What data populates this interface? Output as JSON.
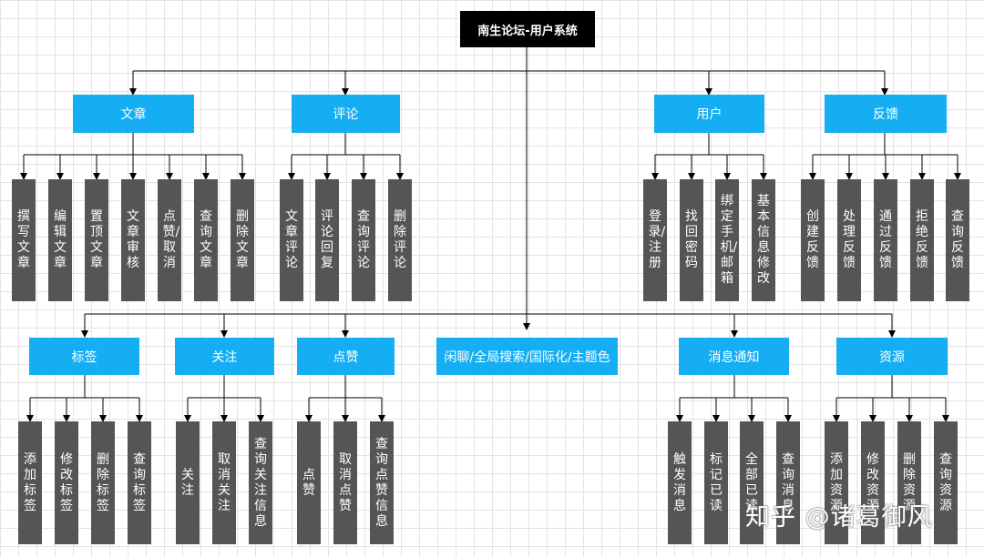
{
  "root": "南生论坛-用户系统",
  "top_categories": [
    {
      "label": "文章",
      "children": [
        "撰写文章",
        "编辑文章",
        "置顶文章",
        "文章审核",
        "点赞/取消",
        "查询文章",
        "删除文章"
      ]
    },
    {
      "label": "评论",
      "children": [
        "文章评论",
        "评论回复",
        "查询评论",
        "删除评论"
      ]
    },
    {
      "label": "用户",
      "children": [
        "登录/注册",
        "找回密码",
        "绑定手机/邮箱",
        "基本信息修改"
      ]
    },
    {
      "label": "反馈",
      "children": [
        "创建反馈",
        "处理反馈",
        "通过反馈",
        "拒绝反馈",
        "查询反馈"
      ]
    }
  ],
  "bottom_categories": [
    {
      "label": "标签",
      "children": [
        "添加标签",
        "修改标签",
        "删除标签",
        "查询标签"
      ]
    },
    {
      "label": "关注",
      "children": [
        "关注",
        "取消关注",
        "查询关注信息"
      ]
    },
    {
      "label": "点赞",
      "children": [
        "点赞",
        "取消点赞",
        "查询点赞信息"
      ]
    },
    {
      "label": "闲聊/全局搜索/国际化/主题色",
      "children": []
    },
    {
      "label": "消息通知",
      "children": [
        "触发消息",
        "标记已读",
        "全部已读",
        "查询消息"
      ]
    },
    {
      "label": "资源",
      "children": [
        "添加资源",
        "修改资源",
        "删除资源",
        "查询资源"
      ]
    }
  ],
  "watermark": "知乎 @诸葛御风"
}
